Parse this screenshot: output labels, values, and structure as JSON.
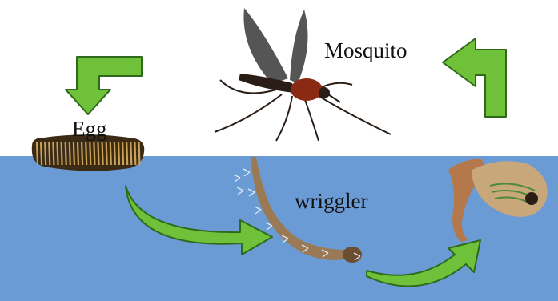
{
  "labels": {
    "mosquito": "Mosquito",
    "egg": "Egg",
    "wriggler": "wriggler"
  },
  "colors": {
    "water": "#6b9bd4",
    "arrow_fill": "#6fc13a",
    "arrow_stroke": "#2f6a1c",
    "egg_dark": "#3b2a14",
    "egg_light": "#c9a25a",
    "mosquito_body": "#2a1d16",
    "mosquito_thorax": "#8a2a12",
    "larva": "#9a7a55",
    "pupa": "#c8a77a"
  },
  "icons": [
    "corner-arrow-down-icon",
    "corner-arrow-up-icon",
    "curved-arrow-right-icon",
    "curved-arrow-up-right-icon"
  ],
  "stages": [
    "egg",
    "larva",
    "pupa",
    "adult"
  ]
}
